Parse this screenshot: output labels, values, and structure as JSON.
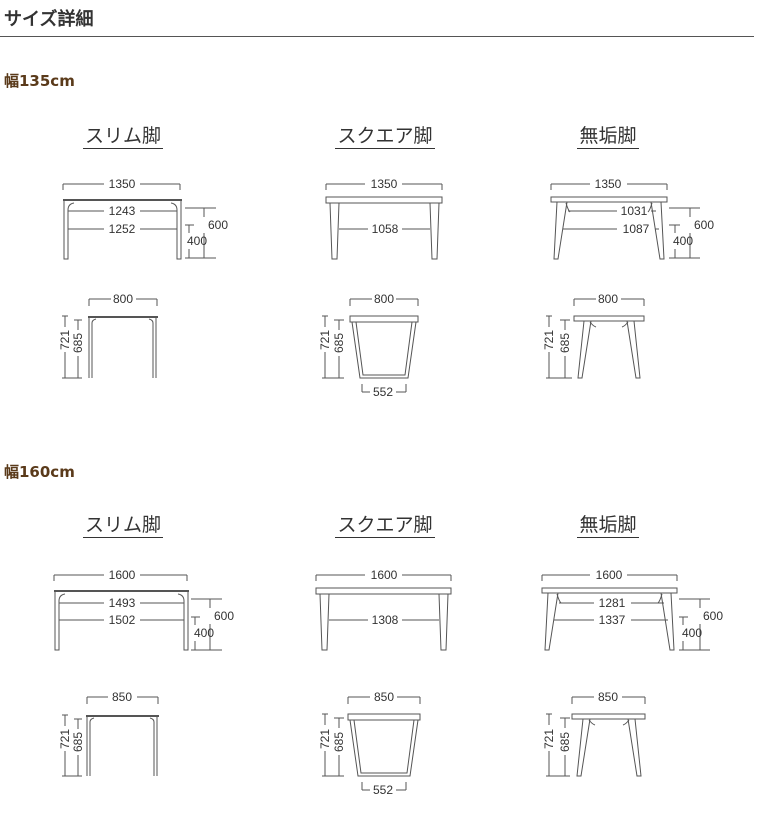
{
  "page_title": "サイズ詳細",
  "sections": [
    {
      "heading": "幅135cm",
      "styles": [
        {
          "name": "スリム脚",
          "front": {
            "top": "1350",
            "inner_top": "1243",
            "inner_bottom": "1252",
            "total_h": "600",
            "under_h": "400"
          },
          "side": {
            "depth": "800",
            "h1": "721",
            "h2": "685"
          }
        },
        {
          "name": "スクエア脚",
          "front": {
            "top": "1350",
            "inner": "1058"
          },
          "side": {
            "depth": "800",
            "h1": "721",
            "h2": "685",
            "foot": "552"
          }
        },
        {
          "name": "無垢脚",
          "front": {
            "top": "1350",
            "inner_top": "1031",
            "inner_bottom": "1087",
            "total_h": "600",
            "under_h": "400"
          },
          "side": {
            "depth": "800",
            "h1": "721",
            "h2": "685"
          }
        }
      ]
    },
    {
      "heading": "幅160cm",
      "styles": [
        {
          "name": "スリム脚",
          "front": {
            "top": "1600",
            "inner_top": "1493",
            "inner_bottom": "1502",
            "total_h": "600",
            "under_h": "400"
          },
          "side": {
            "depth": "850",
            "h1": "721",
            "h2": "685"
          }
        },
        {
          "name": "スクエア脚",
          "front": {
            "top": "1600",
            "inner": "1308"
          },
          "side": {
            "depth": "850",
            "h1": "721",
            "h2": "685",
            "foot": "552"
          }
        },
        {
          "name": "無垢脚",
          "front": {
            "top": "1600",
            "inner_top": "1281",
            "inner_bottom": "1337",
            "total_h": "600",
            "under_h": "400"
          },
          "side": {
            "depth": "850",
            "h1": "721",
            "h2": "685"
          }
        }
      ]
    }
  ]
}
